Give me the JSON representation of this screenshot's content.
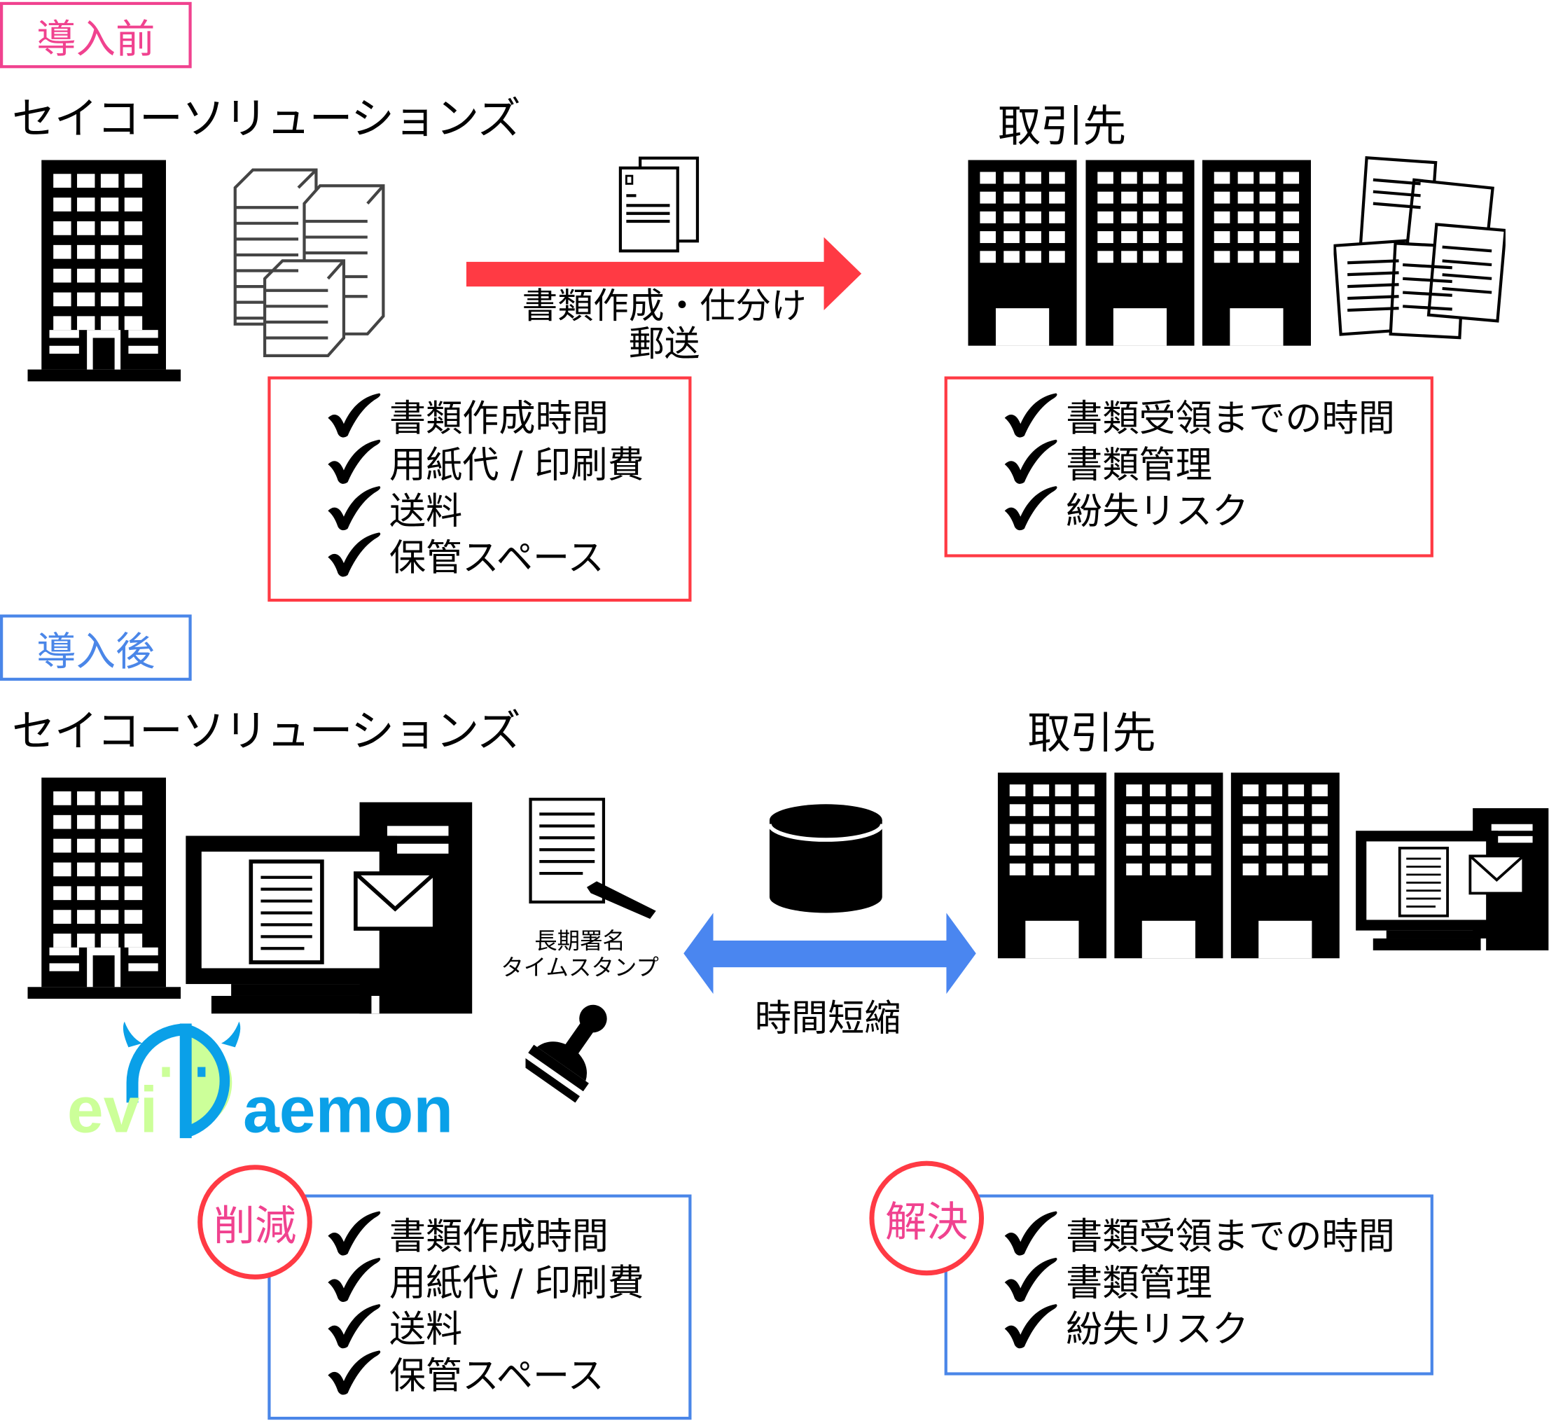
{
  "before": {
    "tag": "導入前",
    "company": "セイコーソリューションズ",
    "partner": "取引先",
    "arrow_label_1": "書類作成・仕分け",
    "arrow_label_2": "郵送",
    "company_issues": [
      "書類作成時間",
      "用紙代 / 印刷費",
      "送料",
      "保管スペース"
    ],
    "partner_issues": [
      "書類受領までの時間",
      "書類管理",
      "紛失リスク"
    ]
  },
  "after": {
    "tag": "導入後",
    "company": "セイコーソリューションズ",
    "partner": "取引先",
    "signature_label_1": "長期署名",
    "signature_label_2": "タイムスタンプ",
    "arrow_label": "時間短縮",
    "logo_text": "eviDaemon",
    "reduce_badge": "削減",
    "solve_badge": "解決",
    "company_items": [
      "書類作成時間",
      "用紙代 / 印刷費",
      "送料",
      "保管スペース"
    ],
    "partner_items": [
      "書類受領までの時間",
      "書類管理",
      "紛失リスク"
    ]
  },
  "colors": {
    "pink": "#f0428f",
    "red": "#ff3a44",
    "blue": "#4a86e8",
    "logo_blue": "#0aa0e8",
    "logo_green": "#ccff99"
  }
}
